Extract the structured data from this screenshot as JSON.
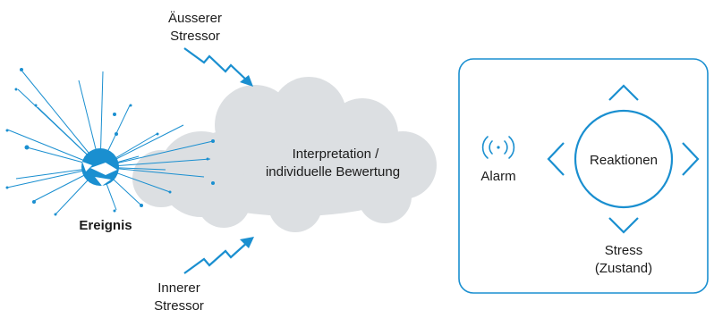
{
  "colors": {
    "accent": "#1a8fd0",
    "cloud": "#dcdfe2",
    "text": "#1b1b1b",
    "background": "#ffffff"
  },
  "event": {
    "label": "Ereignis",
    "icon": "burst-sphere-icon"
  },
  "outer_stressor": {
    "line1": "Äusserer",
    "line2": "Stressor",
    "icon": "zigzag-arrow-icon"
  },
  "inner_stressor": {
    "line1": "Innerer",
    "line2": "Stressor",
    "icon": "zigzag-arrow-icon"
  },
  "cloud": {
    "line1": "Interpretation /",
    "line2": "individuelle Bewertung"
  },
  "panel": {
    "alarm_label": "Alarm",
    "alarm_icon": "signal-waves-icon",
    "center_label": "Reaktionen",
    "stress_line1": "Stress",
    "stress_line2": "(Zustand)",
    "arrow_icons": [
      "chevron-up-icon",
      "chevron-down-icon",
      "chevron-left-icon",
      "chevron-right-icon"
    ]
  }
}
